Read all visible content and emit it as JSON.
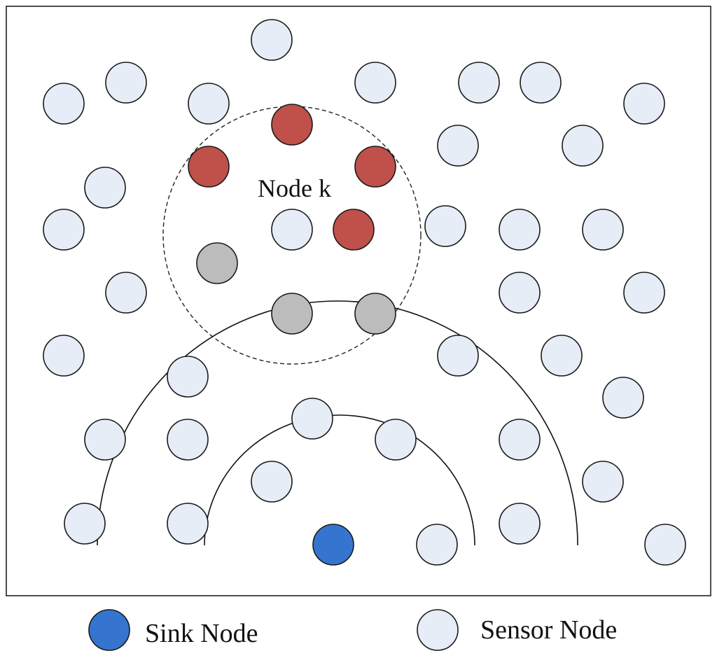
{
  "node_label": "Node k",
  "legend": {
    "sink_label": "Sink Node",
    "sensor_label": "Sensor Node"
  },
  "colors": {
    "sensor": "#e6edf7",
    "sink": "#3575d0",
    "neighbor_red": "#c0504a",
    "neighbor_gray": "#bcbcbc",
    "stroke": "#1a1a1a"
  },
  "node_types": [
    "sensor",
    "sink",
    "neighbor_red",
    "neighbor_gray"
  ]
}
